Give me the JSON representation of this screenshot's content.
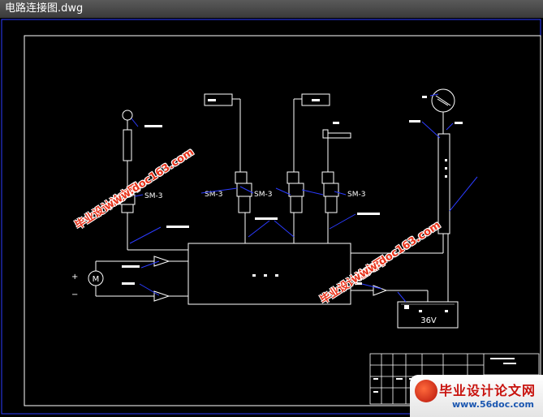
{
  "window": {
    "title": "电路连接图.dwg"
  },
  "labels": {
    "sm_left": "SM-3",
    "sm_mid_left": "SM-3",
    "sm_mid": "SM-3",
    "sm_right": "SM-3",
    "motor": "M",
    "plus": "+",
    "minus": "−",
    "voltage": "36V"
  },
  "watermarks": {
    "site_name": "毕业设计论文网",
    "site_url": "www.doc163.com",
    "site_url_alt": "www.56doc.com"
  },
  "brand": {
    "name": "毕业设计论文网",
    "url": "www.56doc.com"
  },
  "colors": {
    "wire": "#ffffff",
    "leader": "#2b3bff",
    "frame": "#ffffff",
    "watermark": "#e8341c"
  }
}
